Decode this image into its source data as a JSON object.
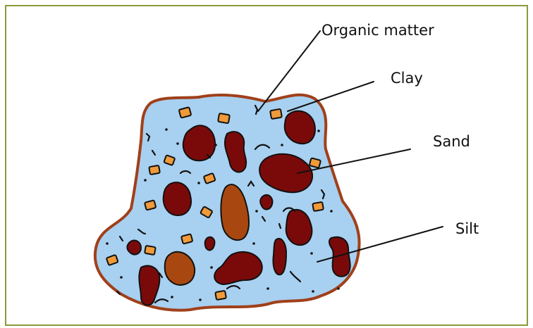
{
  "diagram": {
    "labels": {
      "organic_matter": "Organic matter",
      "clay": "Clay",
      "sand": "Sand",
      "silt": "Silt"
    },
    "colors": {
      "frame_border": "#8a9a3a",
      "aggregate_fill": "#a8d0f0",
      "aggregate_outline": "#a0401a",
      "sand_grain": "#7a0a0a",
      "large_grain": "#a84810",
      "clay_particle": "#f09a3a",
      "ink": "#111111"
    }
  }
}
